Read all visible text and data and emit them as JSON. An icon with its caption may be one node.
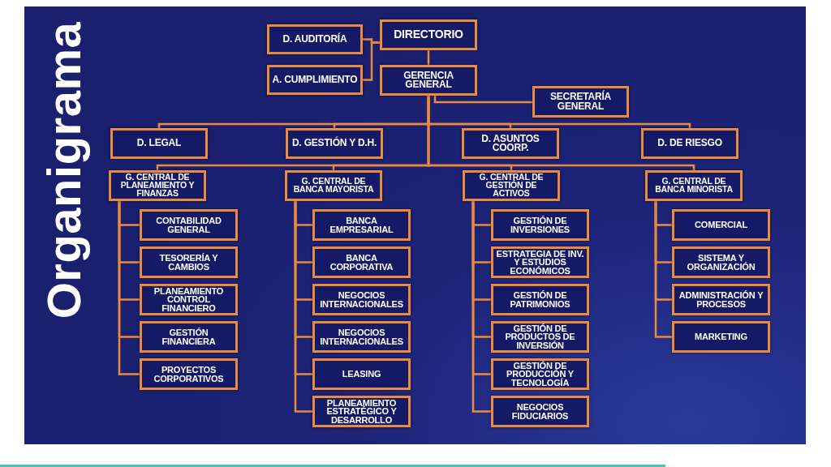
{
  "diagram": {
    "title": "Organigrama",
    "nodes": [
      {
        "text": [
          "D. AUDITORÍA"
        ]
      },
      {
        "text": [
          "DIRECTORIO"
        ]
      },
      {
        "text": [
          "A. CUMPLIMIENTO"
        ]
      },
      {
        "text": [
          "GERENCIA GENERAL"
        ]
      },
      {
        "text": [
          "SECRETARÍA GENERAL"
        ]
      },
      {
        "text": [
          "D. LEGAL"
        ]
      },
      {
        "text": [
          "D. GESTIÓN Y D.H."
        ]
      },
      {
        "text": [
          "D. ASUNTOS COORP."
        ]
      },
      {
        "text": [
          "D. DE RIESGO"
        ]
      },
      {
        "text": [
          "G. CENTRAL DE PLANEAMIENTO Y FINANZAS"
        ]
      },
      {
        "text": [
          "G. CENTRAL DE BANCA MAYORISTA"
        ]
      },
      {
        "text": [
          "G. CENTRAL DE GESTIÓN DE ACTIVOS"
        ]
      },
      {
        "text": [
          "G. CENTRAL DE BANCA MINORISTA"
        ]
      },
      {
        "text": [
          "CONTABILIDAD GENERAL"
        ]
      },
      {
        "text": [
          "TESORERÍA Y CAMBIOS"
        ]
      },
      {
        "text": [
          "PLANEAMIENTO CONTROL FINANCIERO"
        ]
      },
      {
        "text": [
          "GESTIÓN FINANCIERA"
        ]
      },
      {
        "text": [
          "PROYECTOS CORPORATIVOS"
        ]
      },
      {
        "text": [
          "BANCA EMPRESARIAL"
        ]
      },
      {
        "text": [
          "BANCA CORPORATIVA"
        ]
      },
      {
        "text": [
          "NEGOCIOS INTERNACIONALES"
        ]
      },
      {
        "text": [
          "NEGOCIOS INTERNACIONALES"
        ]
      },
      {
        "text": [
          "LEASING"
        ]
      },
      {
        "text": [
          "PLANEAMIENTO ESTRATÉGICO Y DESARROLLO"
        ]
      },
      {
        "text": [
          "GESTIÓN DE INVERSIONES"
        ]
      },
      {
        "text": [
          "ESTRATEGIA DE INV. Y ESTUDIOS ECONÓMICOS"
        ]
      },
      {
        "text": [
          "GESTIÓN DE PATRIMONIOS"
        ]
      },
      {
        "text": [
          "GESTIÓN DE PRODUCTOS DE INVERSIÓN"
        ]
      },
      {
        "text": [
          "GESTIÓN DE PRODUCCIÓN Y TECNOLOGÍA"
        ]
      },
      {
        "text": [
          "NEGOCIOS FIDUCIARIOS"
        ]
      },
      {
        "text": [
          "COMERCIAL"
        ]
      },
      {
        "text": [
          "SISTEMA Y ORGANIZACIÓN"
        ]
      },
      {
        "text": [
          "ADMINISTRACIÓN Y PROCESOS"
        ]
      },
      {
        "text": [
          "MARKETING"
        ]
      }
    ],
    "edges": [
      {
        "from": 1,
        "to": 3,
        "arrow": "none"
      },
      {
        "from": 1,
        "to": 0,
        "arrow": "none"
      },
      {
        "from": 1,
        "to": 2,
        "arrow": "none"
      },
      {
        "from": 3,
        "to": 4,
        "arrow": "none"
      },
      {
        "from": 3,
        "to": 5,
        "arrow": "none"
      },
      {
        "from": 3,
        "to": 6,
        "arrow": "none"
      },
      {
        "from": 3,
        "to": 7,
        "arrow": "none"
      },
      {
        "from": 3,
        "to": 8,
        "arrow": "none"
      },
      {
        "from": 3,
        "to": 9,
        "arrow": "none"
      },
      {
        "from": 3,
        "to": 10,
        "arrow": "none"
      },
      {
        "from": 3,
        "to": 11,
        "arrow": "none"
      },
      {
        "from": 3,
        "to": 12,
        "arrow": "none"
      },
      {
        "from": 9,
        "to": 13,
        "arrow": "none"
      },
      {
        "from": 9,
        "to": 14,
        "arrow": "none"
      },
      {
        "from": 9,
        "to": 15,
        "arrow": "none"
      },
      {
        "from": 9,
        "to": 16,
        "arrow": "none"
      },
      {
        "from": 9,
        "to": 17,
        "arrow": "none"
      },
      {
        "from": 10,
        "to": 18,
        "arrow": "none"
      },
      {
        "from": 10,
        "to": 19,
        "arrow": "none"
      },
      {
        "from": 10,
        "to": 20,
        "arrow": "none"
      },
      {
        "from": 10,
        "to": 21,
        "arrow": "none"
      },
      {
        "from": 10,
        "to": 22,
        "arrow": "none"
      },
      {
        "from": 10,
        "to": 23,
        "arrow": "none"
      },
      {
        "from": 11,
        "to": 24,
        "arrow": "none"
      },
      {
        "from": 11,
        "to": 25,
        "arrow": "none"
      },
      {
        "from": 11,
        "to": 26,
        "arrow": "none"
      },
      {
        "from": 11,
        "to": 27,
        "arrow": "none"
      },
      {
        "from": 11,
        "to": 28,
        "arrow": "none"
      },
      {
        "from": 11,
        "to": 29,
        "arrow": "none"
      },
      {
        "from": 12,
        "to": 30,
        "arrow": "none"
      },
      {
        "from": 12,
        "to": 31,
        "arrow": "none"
      },
      {
        "from": 12,
        "to": 32,
        "arrow": "none"
      },
      {
        "from": 12,
        "to": 33,
        "arrow": "none"
      }
    ]
  }
}
